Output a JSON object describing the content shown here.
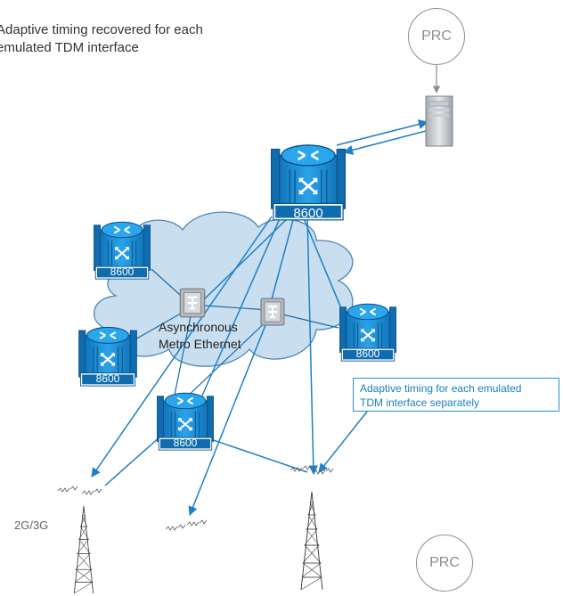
{
  "caption": {
    "line1": "Adaptive timing recovered for each",
    "line2": "emulated TDM interface"
  },
  "clock_source": {
    "top_label": "PRC",
    "bottom_label": "PRC"
  },
  "routers": {
    "main": "8600",
    "left_top": "8600",
    "left_mid": "8600",
    "right": "8600",
    "bottom": "8600"
  },
  "cloud": {
    "line1": "Asynchronous",
    "line2": "Metro Ethernet"
  },
  "callout": {
    "line1": "Adaptive timing for each emulated",
    "line2": "TDM interface separately"
  },
  "site_label": "2G/3G",
  "colors": {
    "link": "#1f7fc6",
    "router_body": "#1a8fd6",
    "router_dark": "#0d5f9e",
    "cloud_fill": "#c9dff0",
    "cloud_stroke": "#4d86b5",
    "prc": "#8d8d8d"
  }
}
